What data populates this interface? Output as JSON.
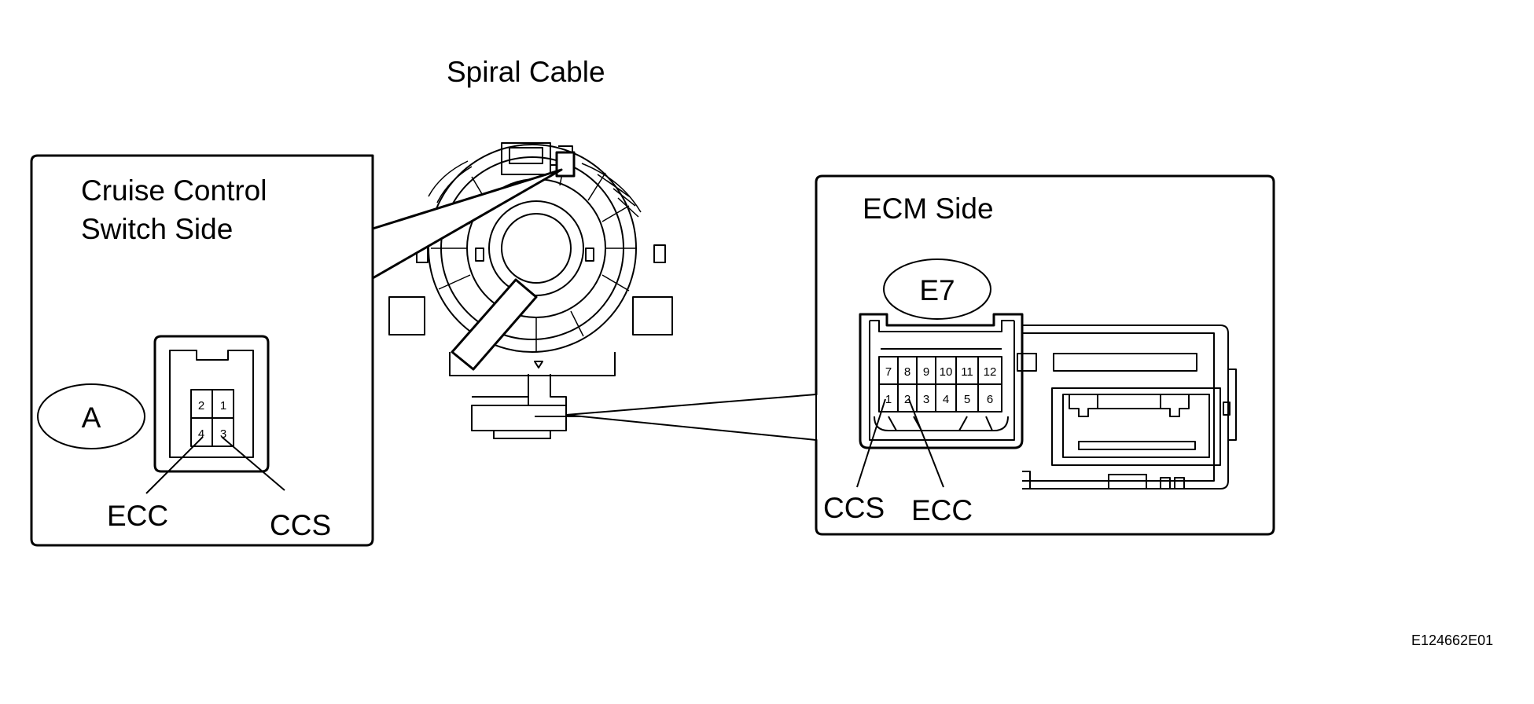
{
  "title": "Spiral Cable",
  "left_panel": {
    "heading_line1": "Cruise Control",
    "heading_line2": "Switch Side",
    "connector_id": "A",
    "pins": [
      "2",
      "1",
      "4",
      "3"
    ],
    "callouts": {
      "ecc": "ECC",
      "ccs": "CCS"
    }
  },
  "right_panel": {
    "heading": "ECM Side",
    "connector_id": "E7",
    "pins_top": [
      "7",
      "8",
      "9",
      "10",
      "11",
      "12"
    ],
    "pins_bottom": [
      "1",
      "2",
      "3",
      "4",
      "5",
      "6"
    ],
    "callouts": {
      "ccs": "CCS",
      "ecc": "ECC"
    }
  },
  "figure_id": "E124662E01"
}
